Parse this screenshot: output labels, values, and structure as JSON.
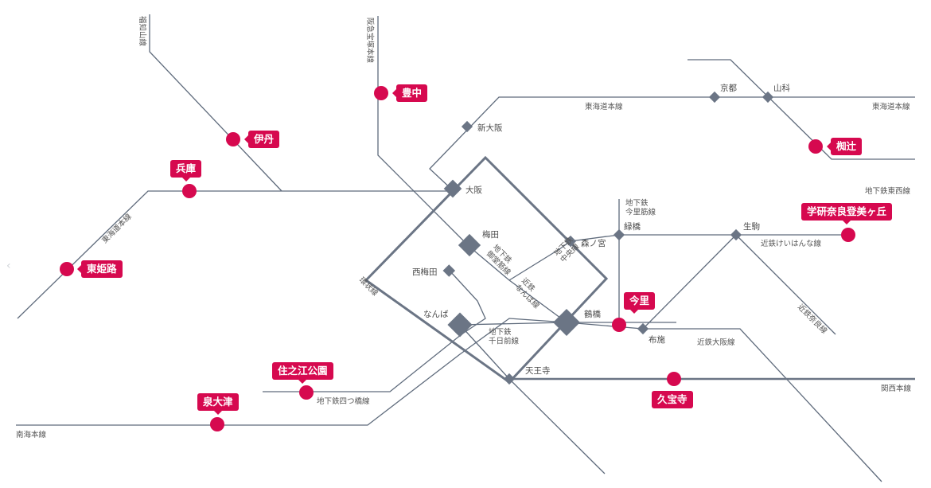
{
  "lines": {
    "fukuchiyama": "福知山線",
    "hankyu_takarazuka": "阪急宝塚本線",
    "tokaido_top": "東海道本線",
    "tokaido_right": "東海道本線",
    "tokaido_left": "東海道本線",
    "tozai": "地下鉄東西線",
    "imazatosuji": "地下鉄\n今里筋線",
    "keihanna": "近鉄けいはんな線",
    "nara": "近鉄奈良線",
    "osaka_loop": "環状線",
    "midosuji": "地下鉄\n御堂筋線",
    "chuo": "地下鉄\n中央線",
    "kintetsu_namba": "近鉄\nなんば線",
    "sennichimae": "地下鉄\n千日前線",
    "yotsubashi": "地下鉄四つ橋線",
    "kintetsu_osaka": "近鉄大阪線",
    "kansai": "関西本線",
    "nankai": "南海本線"
  },
  "stations": {
    "shin_osaka": "新大阪",
    "osaka": "大阪",
    "umeda": "梅田",
    "nishi_umeda": "西梅田",
    "namba": "なんば",
    "morinomiya": "森ノ宮",
    "tsuruhashi": "鶴橋",
    "tennoji": "天王寺",
    "kyoto": "京都",
    "yamashina": "山科",
    "midoribashi": "緑橋",
    "ikoma": "生駒",
    "fuse": "布施"
  },
  "locations": {
    "toyonaka": "豊中",
    "itami": "伊丹",
    "hyogo": "兵庫",
    "higashi_himeji": "東姫路",
    "kashinotsuji": "椥辻",
    "gakken_nara": "学研奈良登美ヶ丘",
    "imazato": "今里",
    "sumiyoshi_koen": "住之江公園",
    "izumi_otsu": "泉大津",
    "kudoji": "久宝寺"
  },
  "colors": {
    "accent": "#d6094f",
    "line": "#5f6b7c",
    "loop": "#6b7585"
  },
  "icons": {
    "edge_arrow": "chevron-left-icon"
  }
}
